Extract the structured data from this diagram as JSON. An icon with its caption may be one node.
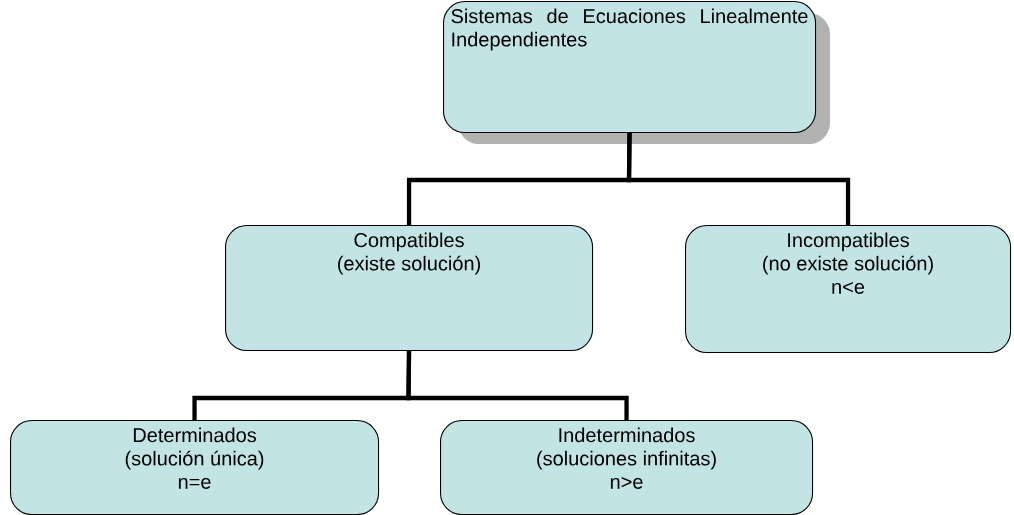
{
  "diagram": {
    "nodes": [
      {
        "text": [
          "Sistemas de Ecuaciones Linealmente Independientes"
        ]
      },
      {
        "text": [
          "Compatibles",
          "(existe solución)"
        ]
      },
      {
        "text": [
          "Incompatibles",
          "(no existe solución)",
          "n<e"
        ]
      },
      {
        "text": [
          "Determinados",
          "(solución única)",
          "n=e"
        ]
      },
      {
        "text": [
          "Indeterminados",
          "(soluciones infinitas)",
          "n>e"
        ]
      }
    ],
    "edges": [
      {
        "from": 0,
        "to": 1,
        "arrow": "none"
      },
      {
        "from": 0,
        "to": 2,
        "arrow": "none"
      },
      {
        "from": 1,
        "to": 3,
        "arrow": "none"
      },
      {
        "from": 1,
        "to": 4,
        "arrow": "none"
      }
    ]
  }
}
